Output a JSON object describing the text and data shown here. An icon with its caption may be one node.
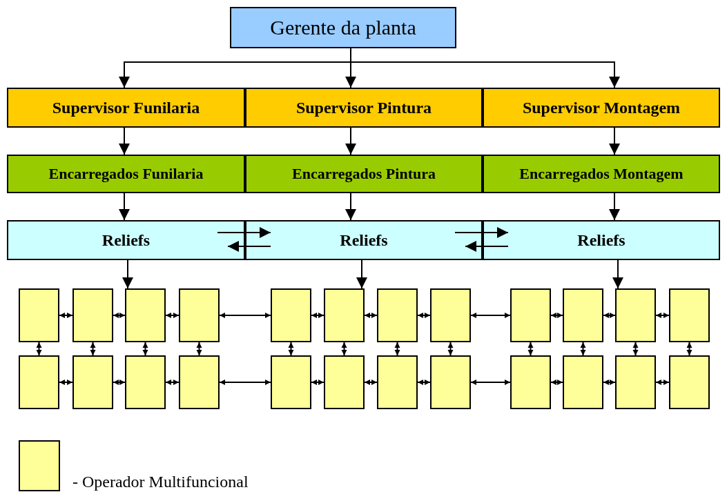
{
  "diagram": {
    "nodes": [
      {
        "text": [
          "Gerente da planta"
        ]
      },
      {
        "text": [
          "Supervisor Funilaria"
        ]
      },
      {
        "text": [
          "Supervisor Pintura"
        ]
      },
      {
        "text": [
          "Supervisor Montagem"
        ]
      },
      {
        "text": [
          "Encarregados Funilaria"
        ]
      },
      {
        "text": [
          "Encarregados Pintura"
        ]
      },
      {
        "text": [
          "Encarregados Montagem"
        ]
      },
      {
        "text": [
          "Reliefs"
        ]
      },
      {
        "text": [
          "Reliefs"
        ]
      },
      {
        "text": [
          "Reliefs"
        ]
      },
      {
        "text": [],
        "shape": "box"
      },
      {
        "text": [],
        "shape": "box"
      },
      {
        "text": [],
        "shape": "box"
      },
      {
        "text": [],
        "shape": "box"
      },
      {
        "text": [],
        "shape": "box"
      },
      {
        "text": [],
        "shape": "box"
      },
      {
        "text": [],
        "shape": "box"
      },
      {
        "text": [],
        "shape": "box"
      },
      {
        "text": [],
        "shape": "box"
      },
      {
        "text": [],
        "shape": "box"
      },
      {
        "text": [],
        "shape": "box"
      },
      {
        "text": [],
        "shape": "box"
      },
      {
        "text": [],
        "shape": "box"
      },
      {
        "text": [],
        "shape": "box"
      },
      {
        "text": [],
        "shape": "box"
      },
      {
        "text": [],
        "shape": "box"
      },
      {
        "text": [],
        "shape": "box"
      },
      {
        "text": [],
        "shape": "box"
      },
      {
        "text": [],
        "shape": "box"
      },
      {
        "text": [],
        "shape": "box"
      },
      {
        "text": [],
        "shape": "box"
      },
      {
        "text": [],
        "shape": "box"
      },
      {
        "text": [],
        "shape": "box"
      },
      {
        "text": [],
        "shape": "box"
      }
    ],
    "edges": [
      {
        "from": 0,
        "to": 1,
        "arrow": "to"
      },
      {
        "from": 0,
        "to": 2,
        "arrow": "to"
      },
      {
        "from": 0,
        "to": 3,
        "arrow": "to"
      },
      {
        "from": 1,
        "to": 4,
        "arrow": "to"
      },
      {
        "from": 2,
        "to": 5,
        "arrow": "to"
      },
      {
        "from": 3,
        "to": 6,
        "arrow": "to"
      },
      {
        "from": 4,
        "to": 7,
        "arrow": "to"
      },
      {
        "from": 5,
        "to": 8,
        "arrow": "to"
      },
      {
        "from": 6,
        "to": 9,
        "arrow": "to"
      },
      {
        "from": 7,
        "to": 8,
        "arrow": "to"
      },
      {
        "from": 8,
        "to": 7,
        "arrow": "to"
      },
      {
        "from": 8,
        "to": 9,
        "arrow": "to"
      },
      {
        "from": 9,
        "to": 8,
        "arrow": "to"
      },
      {
        "from": 7,
        "to": 12,
        "arrow": "to"
      },
      {
        "from": 8,
        "to": 19,
        "arrow": "to"
      },
      {
        "from": 9,
        "to": 28,
        "arrow": "to"
      },
      {
        "from": 10,
        "to": 11,
        "arrow": "both"
      },
      {
        "from": 11,
        "to": 12,
        "arrow": "both"
      },
      {
        "from": 12,
        "to": 13,
        "arrow": "both"
      },
      {
        "from": 14,
        "to": 15,
        "arrow": "both"
      },
      {
        "from": 15,
        "to": 16,
        "arrow": "both"
      },
      {
        "from": 16,
        "to": 17,
        "arrow": "both"
      },
      {
        "from": 10,
        "to": 14,
        "arrow": "both"
      },
      {
        "from": 11,
        "to": 15,
        "arrow": "both"
      },
      {
        "from": 12,
        "to": 16,
        "arrow": "both"
      },
      {
        "from": 13,
        "to": 17,
        "arrow": "both"
      },
      {
        "from": 13,
        "to": 18,
        "arrow": "both"
      },
      {
        "from": 17,
        "to": 22,
        "arrow": "both"
      },
      {
        "from": 18,
        "to": 19,
        "arrow": "both"
      },
      {
        "from": 19,
        "to": 20,
        "arrow": "both"
      },
      {
        "from": 20,
        "to": 21,
        "arrow": "both"
      },
      {
        "from": 22,
        "to": 23,
        "arrow": "both"
      },
      {
        "from": 23,
        "to": 24,
        "arrow": "both"
      },
      {
        "from": 24,
        "to": 25,
        "arrow": "both"
      },
      {
        "from": 18,
        "to": 22,
        "arrow": "both"
      },
      {
        "from": 19,
        "to": 23,
        "arrow": "both"
      },
      {
        "from": 20,
        "to": 24,
        "arrow": "both"
      },
      {
        "from": 21,
        "to": 25,
        "arrow": "both"
      },
      {
        "from": 21,
        "to": 26,
        "arrow": "both"
      },
      {
        "from": 25,
        "to": 30,
        "arrow": "both"
      },
      {
        "from": 26,
        "to": 27,
        "arrow": "both"
      },
      {
        "from": 27,
        "to": 28,
        "arrow": "both"
      },
      {
        "from": 28,
        "to": 29,
        "arrow": "both"
      },
      {
        "from": 30,
        "to": 31,
        "arrow": "both"
      },
      {
        "from": 31,
        "to": 32,
        "arrow": "both"
      },
      {
        "from": 32,
        "to": 33,
        "arrow": "both"
      },
      {
        "from": 26,
        "to": 30,
        "arrow": "both"
      },
      {
        "from": 27,
        "to": 31,
        "arrow": "both"
      },
      {
        "from": 28,
        "to": 32,
        "arrow": "both"
      },
      {
        "from": 29,
        "to": 33,
        "arrow": "both"
      }
    ],
    "legend": [
      {
        "text": "- Operador Multifuncional",
        "color": "#ffff99"
      }
    ]
  }
}
